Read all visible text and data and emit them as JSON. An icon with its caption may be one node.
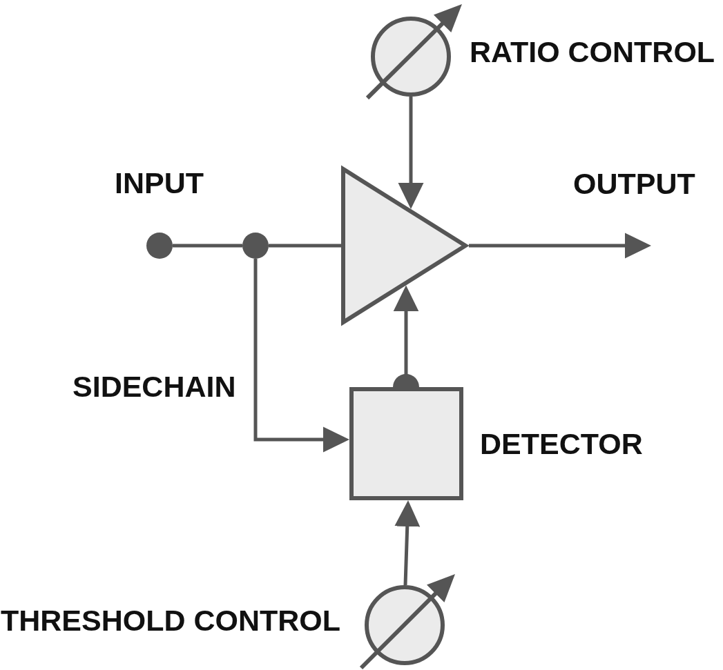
{
  "diagram": {
    "nodes": [
      {
        "text": [],
        "shape": "circle",
        "beside": [
          "RATIO CONTROL"
        ]
      },
      {
        "text": [],
        "shape": "dot",
        "beside": [
          "INPUT"
        ]
      },
      {
        "text": [],
        "shape": "dot"
      },
      {
        "text": [],
        "shape": "triangle"
      },
      {
        "text": [],
        "shape": "box",
        "beside": [
          "DETECTOR"
        ]
      },
      {
        "text": [],
        "shape": "circle",
        "beside": [
          "THRESHOLD CONTROL"
        ]
      }
    ],
    "edges": [
      {
        "from": 1,
        "to": 2,
        "arrow": "none"
      },
      {
        "from": 2,
        "to": 3,
        "arrow": "none"
      },
      {
        "from": 2,
        "to": 4,
        "arrow": "to",
        "label": "SIDECHAIN"
      },
      {
        "from": 0,
        "to": 3,
        "arrow": "to"
      },
      {
        "from": 4,
        "to": 3,
        "arrow": "to"
      },
      {
        "from": 5,
        "to": 4,
        "arrow": "to"
      },
      {
        "from": 3,
        "to": null,
        "arrow": "to",
        "label": "OUTPUT"
      }
    ]
  }
}
